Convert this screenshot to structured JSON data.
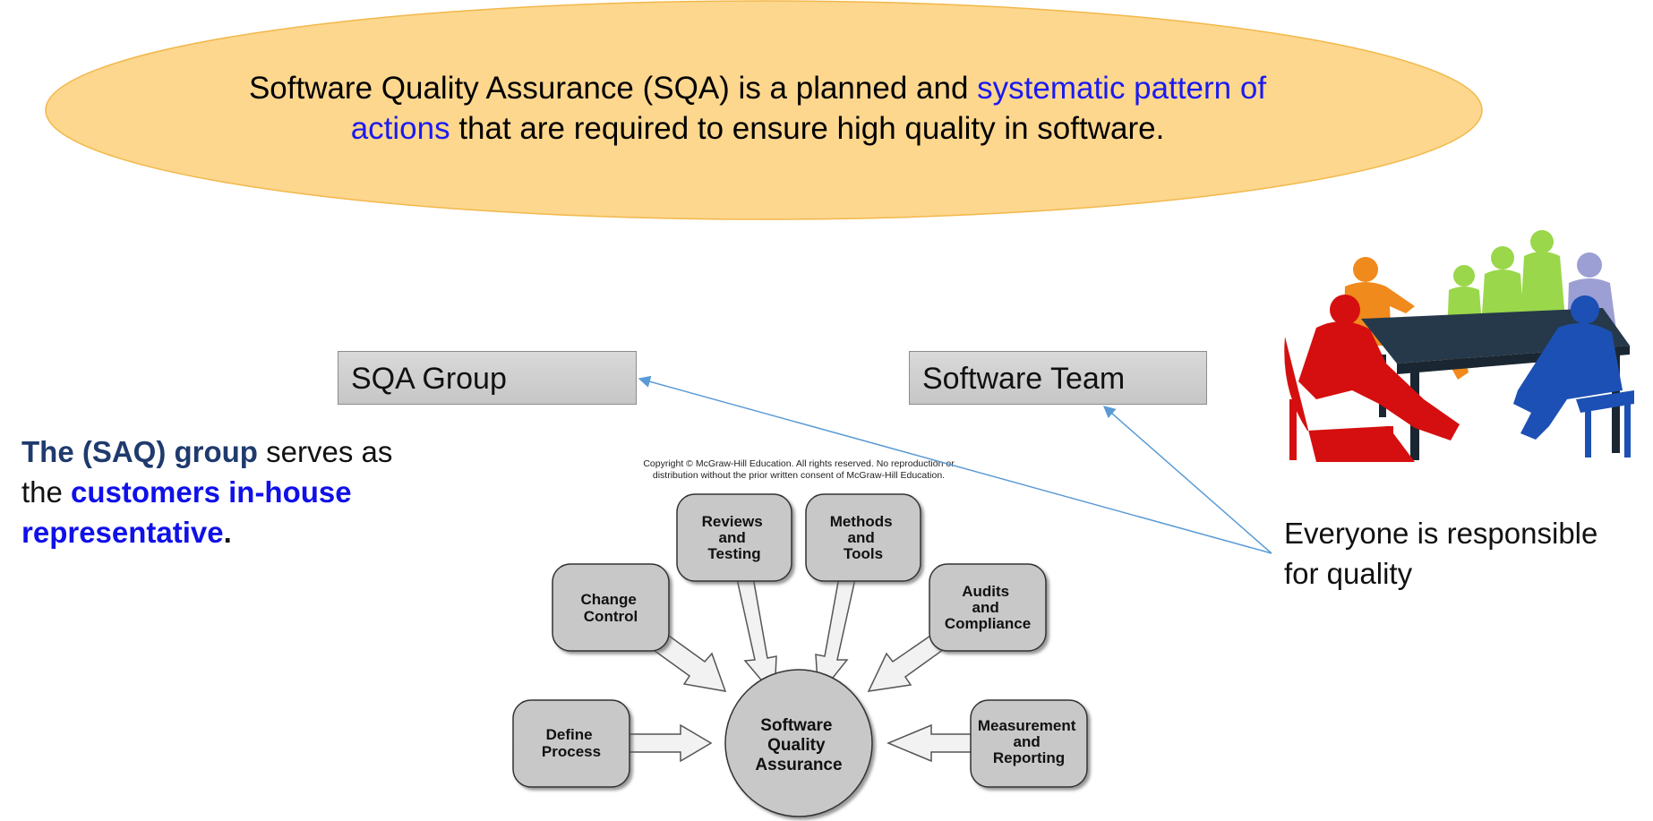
{
  "definition": {
    "part1": "Software Quality Assurance (SQA) is a planned and ",
    "highlight": "systematic pattern of actions",
    "part2": " that are required to ensure high quality in software.",
    "fill_color": "#fdd78e",
    "highlight_color": "#1a1af0"
  },
  "boxes": {
    "sqa_group": "SQA Group",
    "software_team": "Software Team"
  },
  "saq_note": {
    "bold_lead": "The (SAQ) group",
    "middle": " serves as the ",
    "bold_blue": "customers in-house representative",
    "end": "."
  },
  "everyone_note": "Everyone is responsible for quality",
  "copyright": {
    "line1": "Copyright © McGraw-Hill Education. All rights reserved. No reproduction or",
    "line2": "distribution without the prior written consent of McGraw-Hill Education."
  },
  "sqa_diagram": {
    "center": [
      "Software",
      "Quality",
      "Assurance"
    ],
    "nodes": {
      "define_process": [
        "Define",
        "Process"
      ],
      "change_control": [
        "Change",
        "Control"
      ],
      "reviews_testing": [
        "Reviews",
        "and",
        "Testing"
      ],
      "methods_tools": [
        "Methods",
        "and",
        "Tools"
      ],
      "audits_compliance": [
        "Audits",
        "and",
        "Compliance"
      ],
      "measurement_reporting": [
        "Measurement",
        "and",
        "Reporting"
      ]
    }
  },
  "colors": {
    "connector": "#5b9bd5",
    "box_fill": "#cfcfcf",
    "node_fill": "#c8c8c8"
  }
}
